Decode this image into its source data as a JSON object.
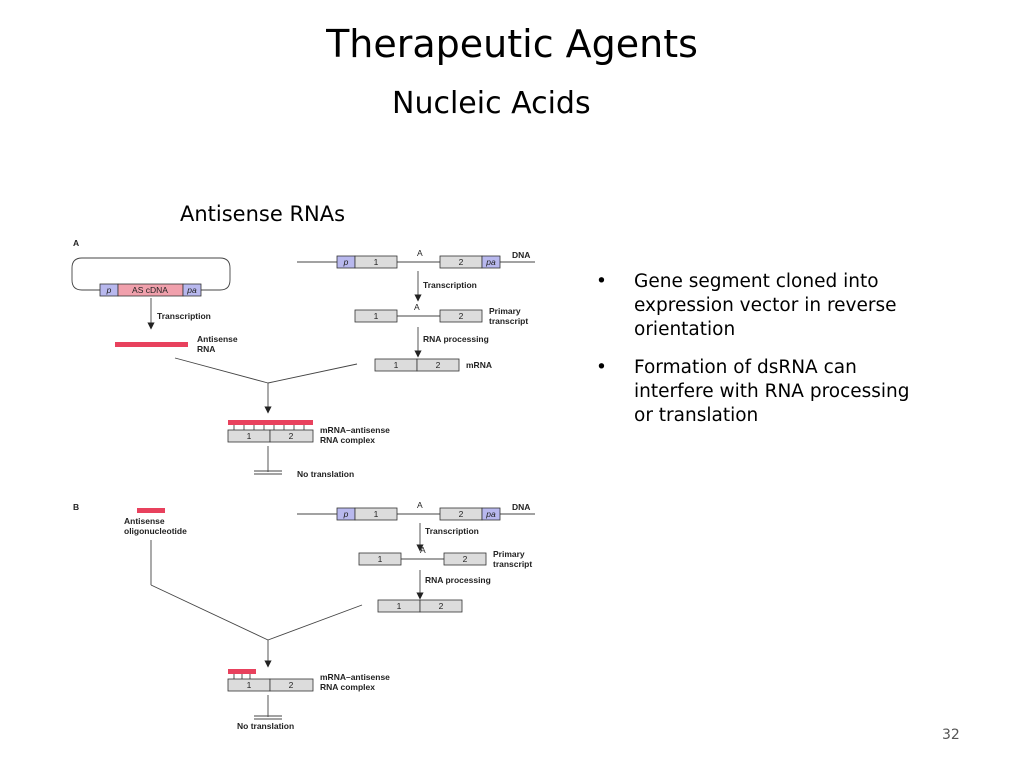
{
  "slide": {
    "title": "Therapeutic Agents",
    "subtitle": "Nucleic Acids",
    "figure_heading": "Antisense RNAs",
    "page_number": "32"
  },
  "bullets": [
    {
      "symbol": "•",
      "text": "Gene segment cloned into expression vector in reverse orientation"
    },
    {
      "symbol": "•",
      "text": "Formation of dsRNA can interfere with RNA processing or translation"
    }
  ],
  "diagram": {
    "colors": {
      "antisense": "#e8415d",
      "promoter_box": "#b8b8ee",
      "gene_box": "#dcdcdc"
    },
    "panel_a": {
      "panel_label": "A",
      "p": "p",
      "as_cdna": "AS cDNA",
      "pa": "pa",
      "transcription": "Transcription",
      "antisense_rna": [
        "Antisense",
        "RNA"
      ],
      "dna_label": "DNA",
      "a_site": "A",
      "exon1": "1",
      "exon2": "2",
      "primary_transcript": [
        "Primary",
        "transcript"
      ],
      "rna_processing": "RNA processing",
      "mrna": "mRNA",
      "complex": [
        "mRNA–antisense",
        "RNA complex"
      ],
      "no_translation": "No translation"
    },
    "panel_b": {
      "panel_label": "B",
      "oligo": [
        "Antisense",
        "oligonucleotide"
      ],
      "dna_label": "DNA",
      "a_site": "A",
      "p": "p",
      "pa": "pa",
      "exon1": "1",
      "exon2": "2",
      "transcription": "Transcription",
      "primary_transcript": [
        "Primary",
        "transcript"
      ],
      "rna_processing": "RNA processing",
      "complex": [
        "mRNA–antisense",
        "RNA complex"
      ],
      "no_translation": "No translation"
    }
  }
}
